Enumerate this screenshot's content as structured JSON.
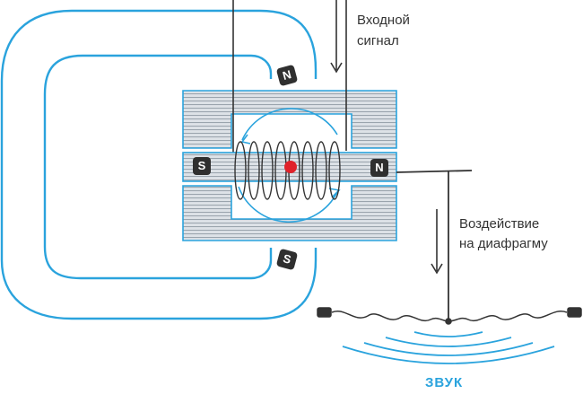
{
  "labels": {
    "input_signal_line1": "Входной",
    "input_signal_line2": "сигнал",
    "diaphragm_line1": "Воздействие",
    "diaphragm_line2": "на диафрагму",
    "sound": "ЗВУК"
  },
  "poles": {
    "magnet_top": "N",
    "magnet_bottom": "S",
    "armature_left": "S",
    "armature_right": "N"
  },
  "colors": {
    "magnet_blue": "#2aa3dd",
    "core_fill": "#d8dde2",
    "dark": "#2f2f2f",
    "center_dot": "#e0222a"
  },
  "icons": {
    "input_arrow": "arrow-down-icon",
    "force_arrow": "arrow-down-icon",
    "sound_waves": "sound-wave-icon",
    "armature_pivot": "red-dot-icon"
  }
}
